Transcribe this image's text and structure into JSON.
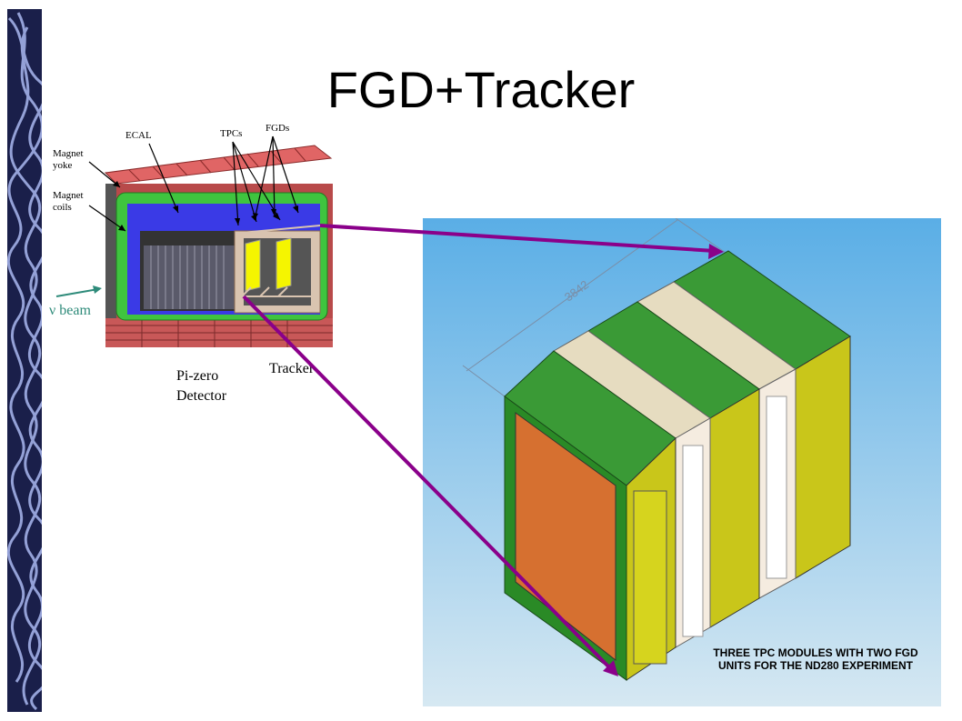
{
  "slide": {
    "title": "FGD+Tracker"
  },
  "detector": {
    "labels": {
      "magnet_yoke_line1": "Magnet",
      "magnet_yoke_line2": "yoke",
      "magnet_coils_line1": "Magnet",
      "magnet_coils_line2": "coils",
      "ecal": "ECAL",
      "tpcs": "TPCs",
      "fgds": "FGDs",
      "beam": "ν beam",
      "pizero_line1": "Pi-zero",
      "pizero_line2": "Detector",
      "tracker": "Tracker"
    },
    "colors": {
      "yoke": "#e06565",
      "coil": "#3fc43f",
      "ecal": "#3a3ae6",
      "fgd": "#f5f500",
      "frame": "#d9c4b0",
      "beam_arrow": "#2e8b7a"
    }
  },
  "render": {
    "dimension_label": "3842",
    "caption_line1": "THREE TPC MODULES WITH TWO FGD",
    "caption_line2": "UNITS FOR THE ND280 EXPERIMENT",
    "colors": {
      "top": "#3a9a36",
      "front_face": "#d67030",
      "side": "#c9c61a",
      "strap": "#e6dcc0",
      "background_top": "#5aaee6",
      "background_bottom": "#d6e8f2"
    }
  },
  "connectors": {
    "color": "#8a008a"
  }
}
